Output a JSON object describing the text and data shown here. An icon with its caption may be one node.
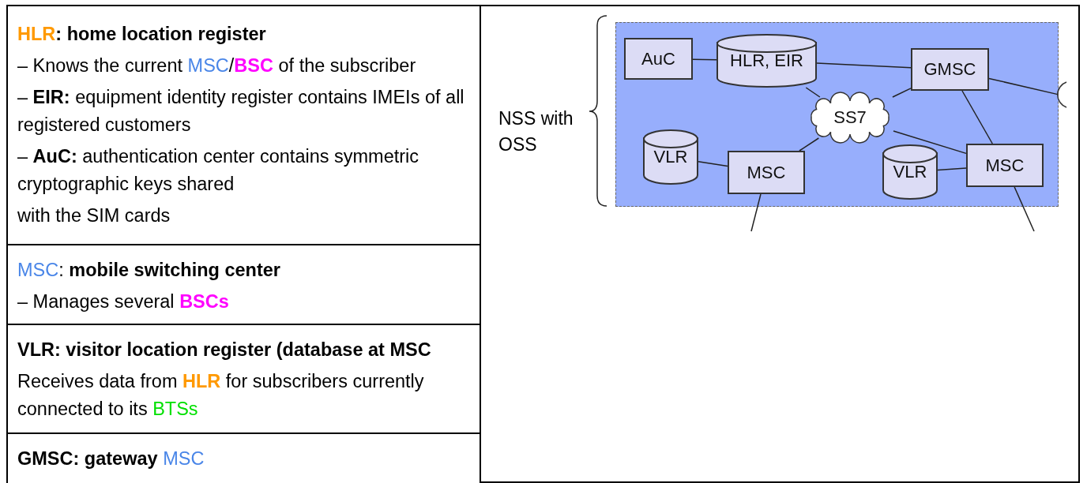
{
  "diagram": {
    "nodes": [
      {
        "text": [],
        "shape": "box"
      },
      {
        "text": [
          "AuC"
        ],
        "in": 0
      },
      {
        "text": [
          "HLR, EIR"
        ],
        "in": 0
      },
      {
        "text": [
          "GMSC"
        ],
        "in": 0
      },
      {
        "text": [
          "SS7"
        ],
        "in": 0
      },
      {
        "text": [
          "VLR"
        ],
        "in": 0
      },
      {
        "text": [
          "MSC"
        ],
        "in": 0
      },
      {
        "text": [
          "VLR"
        ],
        "in": 0
      },
      {
        "text": [
          "MSC"
        ],
        "in": 0
      },
      {
        "text": [],
        "shape": "circle"
      }
    ],
    "edges": [
      {
        "from": 1,
        "to": 2,
        "arrow": "none"
      },
      {
        "from": 2,
        "to": 3,
        "arrow": "none"
      },
      {
        "from": 2,
        "to": 4,
        "arrow": "none"
      },
      {
        "from": 3,
        "to": 4,
        "arrow": "none"
      },
      {
        "from": 3,
        "to": 8,
        "arrow": "none"
      },
      {
        "from": 4,
        "to": 8,
        "arrow": "none"
      },
      {
        "from": 4,
        "to": 6,
        "arrow": "none"
      },
      {
        "from": 5,
        "to": 6,
        "arrow": "none"
      },
      {
        "from": 7,
        "to": 8,
        "arrow": "none"
      },
      {
        "from": 3,
        "to": 9,
        "arrow": "none"
      },
      {
        "from": 6,
        "to": null,
        "arrow": "none"
      },
      {
        "from": 8,
        "to": null,
        "arrow": "none"
      }
    ],
    "labels": [
      "HLR: home location register",
      "– Knows the current MSC/**BSC** of the subscriber",
      "– **EIR:** equipment identity register contains IMEIs of all registered customers",
      "– **AuC:** authentication center contains symmetric cryptographic keys shared",
      "with the SIM cards",
      "MSC: **mobile switching center**",
      "– Manages several **BSCs**",
      "VLR: visitor location register (database at MSC",
      "Receives data from **HLR** for subscribers currently connected to its BTSs",
      "**GMSC: gateway** MSC",
      "NSS with OSS"
    ]
  }
}
